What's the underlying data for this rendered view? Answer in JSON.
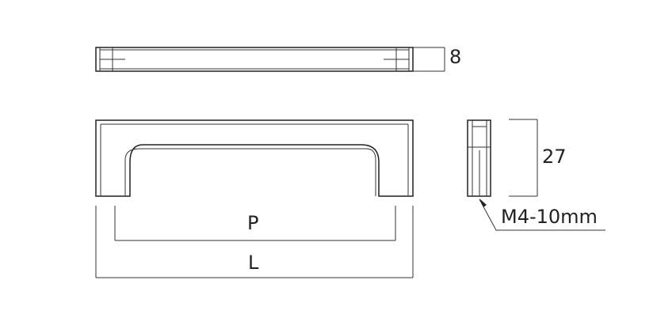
{
  "dimensions": {
    "thickness": "8",
    "height": "27",
    "hole_center": "P",
    "overall_length": "L",
    "thread": "M4-10mm"
  }
}
